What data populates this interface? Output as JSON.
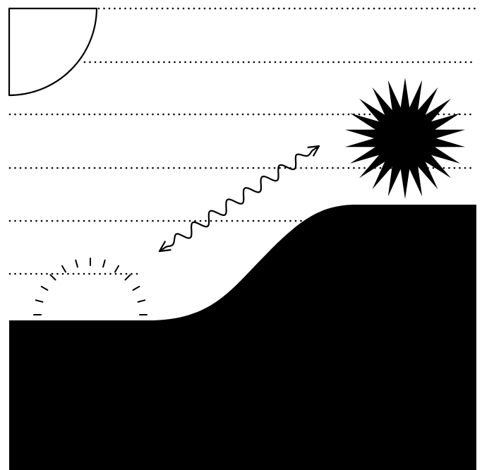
{
  "diagram": {
    "colors": {
      "background": "#ffffff",
      "ink": "#000000"
    },
    "elements": [
      "quarter-disc-outline",
      "dotted-lines",
      "terrain-slope",
      "spiky-star",
      "wavy-double-arrow",
      "dashed-half-circle"
    ]
  }
}
